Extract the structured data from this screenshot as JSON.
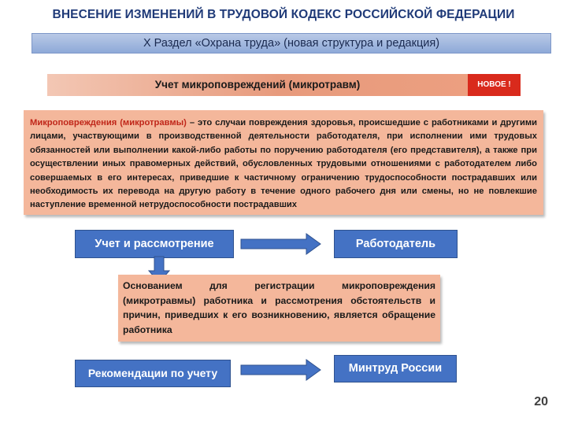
{
  "header": {
    "title": "ВНЕСЕНИЕ ИЗМЕНЕНИЙ В ТРУДОВОЙ КОДЕКС РОССИЙСКОЙ ФЕДЕРАЦИИ",
    "subtitle": "X Раздел «Охрана труда» (новая структура и редакция)"
  },
  "topic": {
    "label": "Учет микроповреждений (микротравм)",
    "badge": "НОВОЕ !"
  },
  "definition": {
    "term": "Микроповреждения (микротравмы)",
    "text": " – это случаи повреждения здоровья, происшедшие с работниками и другими лицами, участвующими в производственной деятельности работодателя, при исполнении ими трудовых обязанностей или выполнении какой-либо работы по поручению работодателя (его представителя), а также при осуществлении иных правомерных действий, обусловленных трудовыми отношениями с работодателем либо совершаемых в его интересах, приведшие к частичному ограничению трудоспособности пострадавших или необходимость их перевода на другую работу в течение одного рабочего дня или смены, но не повлекшие наступление временной нетрудоспособности пострадавших"
  },
  "flow": {
    "review": "Учет и рассмотрение",
    "employer": "Работодатель",
    "basis": "Основанием для регистрации микроповреждения (микротравмы) работника и рассмотрения обстоятельств и причин, приведших к его возникновению, является обращение работника",
    "recommendations": "Рекомендации по учету",
    "ministry": "Минтруд России"
  },
  "colors": {
    "title_text": "#1f3a78",
    "box_blue": "#4472c4",
    "box_salmon": "#f4b79b",
    "badge_red": "#d92a1c",
    "term_red": "#c0271a"
  },
  "page": {
    "number": "20"
  }
}
